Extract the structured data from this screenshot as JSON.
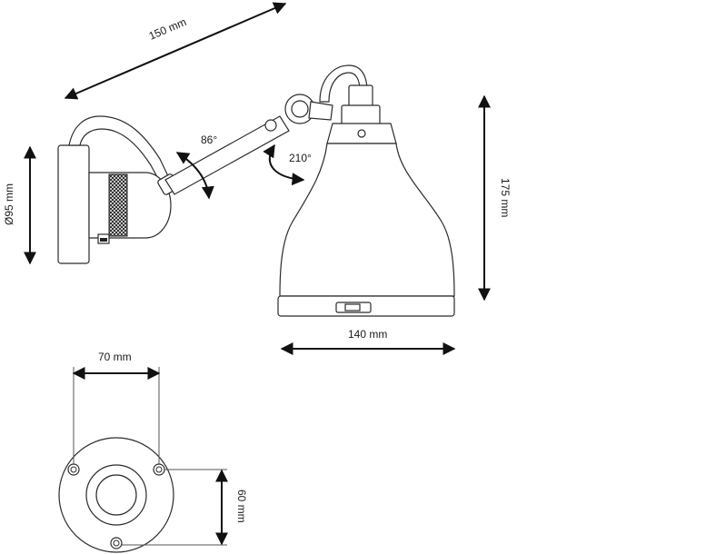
{
  "dimensions": {
    "arm_length": "150 mm",
    "base_diameter": "Ø95 mm",
    "shade_height": "175 mm",
    "shade_width": "140 mm",
    "base_width": "70 mm",
    "hole_spacing": "60 mm"
  },
  "angles": {
    "arm_rotation": "86°",
    "shade_rotation": "210°"
  },
  "colors": {
    "line": "#2b2b2b",
    "dimension_line": "#111111",
    "background": "#ffffff"
  }
}
